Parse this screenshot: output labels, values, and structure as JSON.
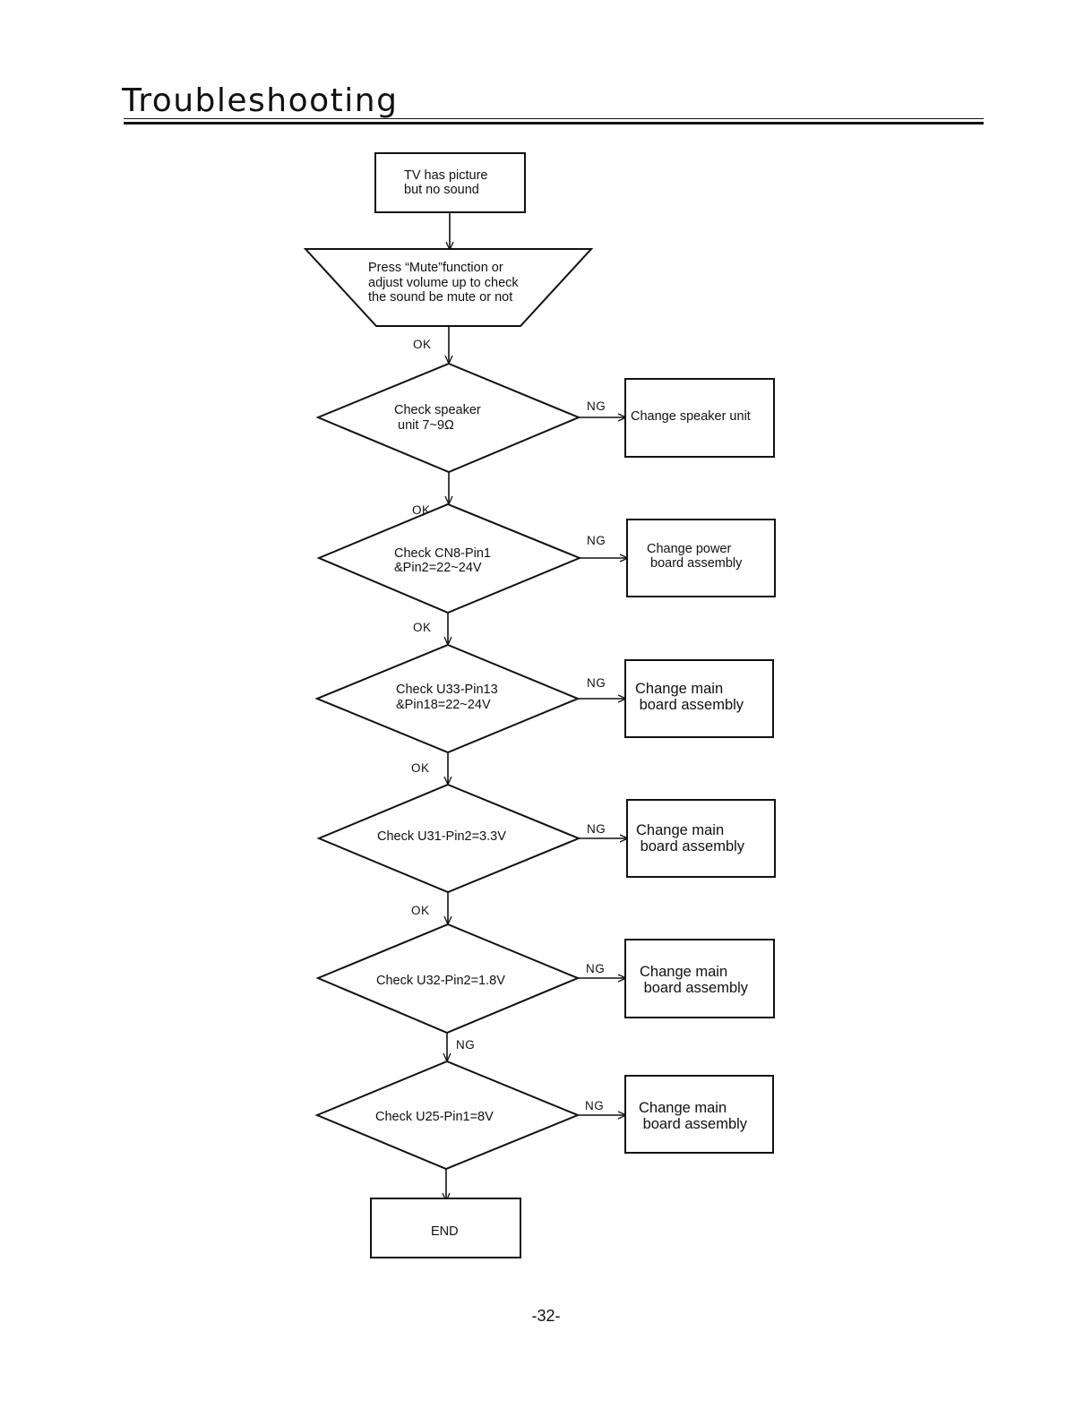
{
  "header": {
    "title": "Troubleshooting"
  },
  "flowchart": {
    "start": {
      "lines": [
        "TV has picture",
        "but no sound"
      ]
    },
    "mute_check": {
      "lines": [
        "Press “Mute”function or",
        "adjust volume up to check",
        "the sound be mute or not"
      ]
    },
    "checks": [
      {
        "lines": [
          "Check speaker",
          " unit 7~9Ω"
        ],
        "action": [
          "Change speaker unit"
        ]
      },
      {
        "lines": [
          "Check CN8-Pin1",
          "&Pin2=22~24V"
        ],
        "action": [
          "Change power",
          " board assembly"
        ]
      },
      {
        "lines": [
          "Check U33-Pin13",
          "&Pin18=22~24V"
        ],
        "action": [
          "Change main",
          " board assembly"
        ]
      },
      {
        "lines": [
          "Check U31-Pin2=3.3V"
        ],
        "action": [
          "Change main",
          " board assembly"
        ]
      },
      {
        "lines": [
          "Check U32-Pin2=1.8V"
        ],
        "action": [
          "Change main",
          " board assembly"
        ]
      },
      {
        "lines": [
          "Check U25-Pin1=8V"
        ],
        "action": [
          "Change main",
          " board assembly"
        ]
      }
    ],
    "end": {
      "label": "END"
    },
    "edge_labels": {
      "ok": "OK",
      "ng": "NG"
    }
  },
  "footer": {
    "page_number": "-32-"
  }
}
